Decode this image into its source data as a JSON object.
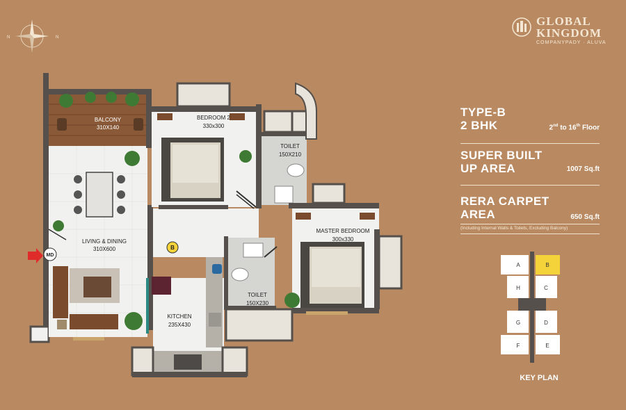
{
  "brand": {
    "line1": "GLOBAL",
    "line2": "KINGDOM",
    "location": "COMPANYPADY · ALUVA"
  },
  "compass": {
    "north": "N",
    "other": "N"
  },
  "unit": {
    "type": "TYPE-B",
    "config": "2 BHK",
    "floor_prefix": "2",
    "floor_sup1": "nd",
    "floor_mid": " to 16",
    "floor_sup2": "th",
    "floor_suffix": " Floor"
  },
  "super_built_up": {
    "label_line1": "SUPER BUILT",
    "label_line2": "UP AREA",
    "value": "1007 Sq.ft"
  },
  "rera": {
    "label_line1": "RERA CARPET",
    "label_line2": "AREA",
    "value": "650 Sq.ft",
    "note": "(Including Internal Walls & Toilets, Excluding Balcony)"
  },
  "rooms": {
    "balcony": {
      "name": "BALCONY",
      "size": "310X140"
    },
    "bedroom2": {
      "name": "BEDROOM 2",
      "size": "330x300"
    },
    "toilet1": {
      "name": "TOILET",
      "size": "150X210"
    },
    "living": {
      "name": "LIVING & DINING",
      "size": "310X600"
    },
    "master": {
      "name": "MASTER BEDROOM",
      "size": "300x330"
    },
    "toilet2": {
      "name": "TOILET",
      "size": "150X230"
    },
    "kitchen": {
      "name": "KITCHEN",
      "size": "235X430"
    }
  },
  "unit_marker": "B",
  "main_door": "MD",
  "key_plan": {
    "title": "KEY PLAN",
    "units": [
      "A",
      "B",
      "H",
      "C",
      "G",
      "D",
      "F",
      "E"
    ],
    "highlight": "B",
    "highlight_color": "#f3d23a"
  },
  "colors": {
    "background": "#b98a61",
    "wall": "#55504b",
    "floor": "#f1f1ef",
    "wood": "#7a4b2c",
    "arrow": "#e02b2b"
  }
}
